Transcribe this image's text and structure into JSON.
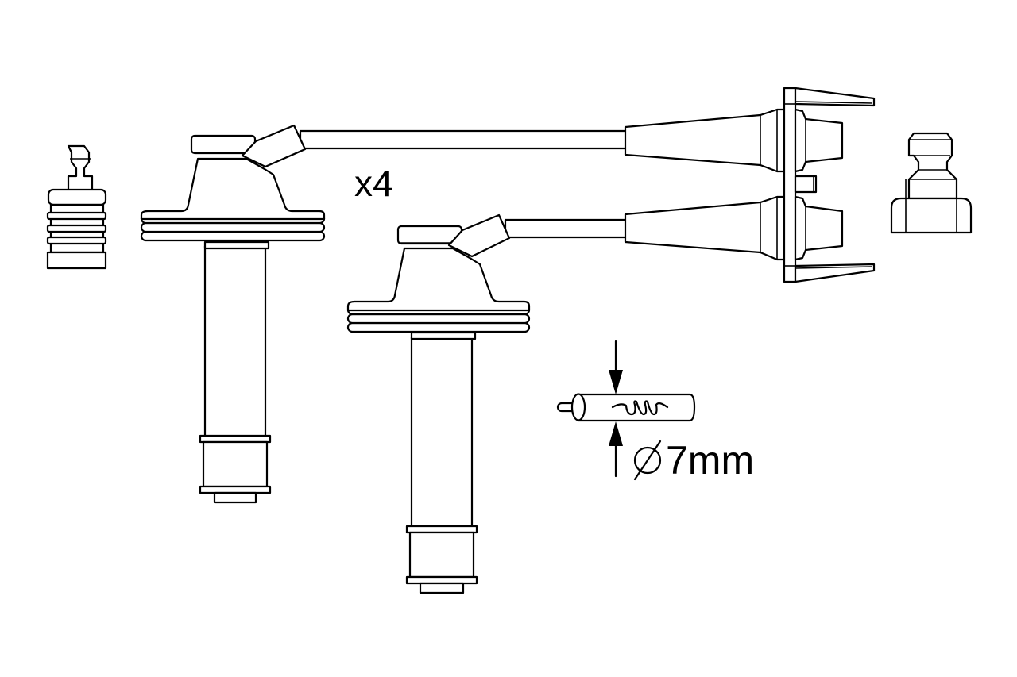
{
  "diagram": {
    "title": "Ignition cable set drawing",
    "quantity_label": "x4",
    "cable_diameter": {
      "symbol": "⌀",
      "value": "7",
      "unit": "mm",
      "label": "7mm"
    },
    "components": [
      {
        "id": "adapter-left",
        "name": "spark plug adapter (left)"
      },
      {
        "id": "plug-boot-1",
        "name": "spark plug boot lead 1"
      },
      {
        "id": "plug-boot-2",
        "name": "spark plug boot lead 2"
      },
      {
        "id": "cable-1",
        "name": "ignition cable 1"
      },
      {
        "id": "cable-2",
        "name": "ignition cable 2"
      },
      {
        "id": "distributor-connector",
        "name": "double distributor/coil connector"
      },
      {
        "id": "adapter-right",
        "name": "terminal adapter (right)"
      },
      {
        "id": "cable-cross-section",
        "name": "cable section with inductive winding"
      }
    ],
    "colors": {
      "line": "#000000",
      "background": "#ffffff"
    }
  }
}
